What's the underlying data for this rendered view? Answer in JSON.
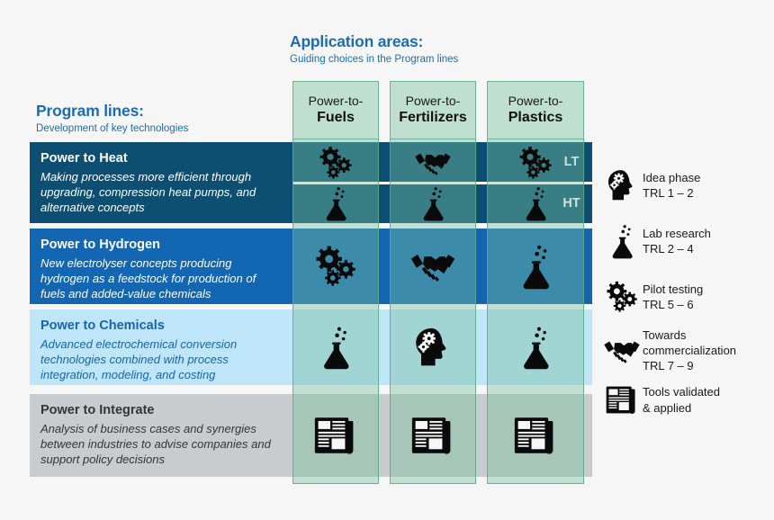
{
  "headings": {
    "application_areas": {
      "title": "Application areas:",
      "subtitle": "Guiding choices in the Program lines"
    },
    "program_lines": {
      "title": "Program lines:",
      "subtitle": "Development of key technologies"
    }
  },
  "columns": [
    {
      "prefix": "Power-to-",
      "name": "Fuels"
    },
    {
      "prefix": "Power-to-",
      "name": "Fertilizers"
    },
    {
      "prefix": "Power-to-",
      "name": "Plastics"
    }
  ],
  "rows": [
    {
      "title": "Power to Heat",
      "description": "Making processes more efficient through upgrading, compression heat pumps, and alternative concepts",
      "color": "#0d4f73",
      "temperature_labels": [
        "LT",
        "HT"
      ],
      "cells_lt": [
        "gears-icon",
        "handshake-icon",
        "gears-icon"
      ],
      "cells_ht": [
        "flask-icon",
        "flask-icon",
        "flask-icon"
      ]
    },
    {
      "title": "Power to Hydrogen",
      "description": "New electrolyser concepts producing hydrogen as a feedstock for production of fuels and added-value chemicals",
      "color": "#1266b2",
      "cells": [
        "gears-icon",
        "handshake-icon",
        "flask-icon"
      ]
    },
    {
      "title": "Power to Chemicals",
      "description": "Advanced electrochemical conversion technologies combined with process integration, modeling, and costing",
      "color": "#bfe5f8",
      "cells": [
        "flask-icon",
        "head-gears-icon",
        "flask-icon"
      ]
    },
    {
      "title": "Power to Integrate",
      "description": "Analysis of business cases and synergies between industries to advise companies and support policy decisions",
      "color": "#c8ccce",
      "cells": [
        "newspaper-icon",
        "newspaper-icon",
        "newspaper-icon"
      ]
    }
  ],
  "legend": [
    {
      "icon": "head-gears-icon",
      "label": "Idea phase",
      "trl": "TRL 1 – 2"
    },
    {
      "icon": "flask-icon",
      "label": "Lab research",
      "trl": "TRL 2 – 4"
    },
    {
      "icon": "gears-icon",
      "label": "Pilot testing",
      "trl": "TRL 5 – 6"
    },
    {
      "icon": "handshake-icon",
      "label": "Towards commercialization",
      "trl": "TRL 7 – 9"
    },
    {
      "icon": "newspaper-icon",
      "label": "Tools validated",
      "trl": "& applied"
    }
  ],
  "theme": {
    "accent_blue": "#1b6cb0",
    "column_header_bg": "#bfdfd0",
    "column_overlay": "rgba(120,190,160,.42)",
    "page_bg": "#f6f6f6"
  }
}
